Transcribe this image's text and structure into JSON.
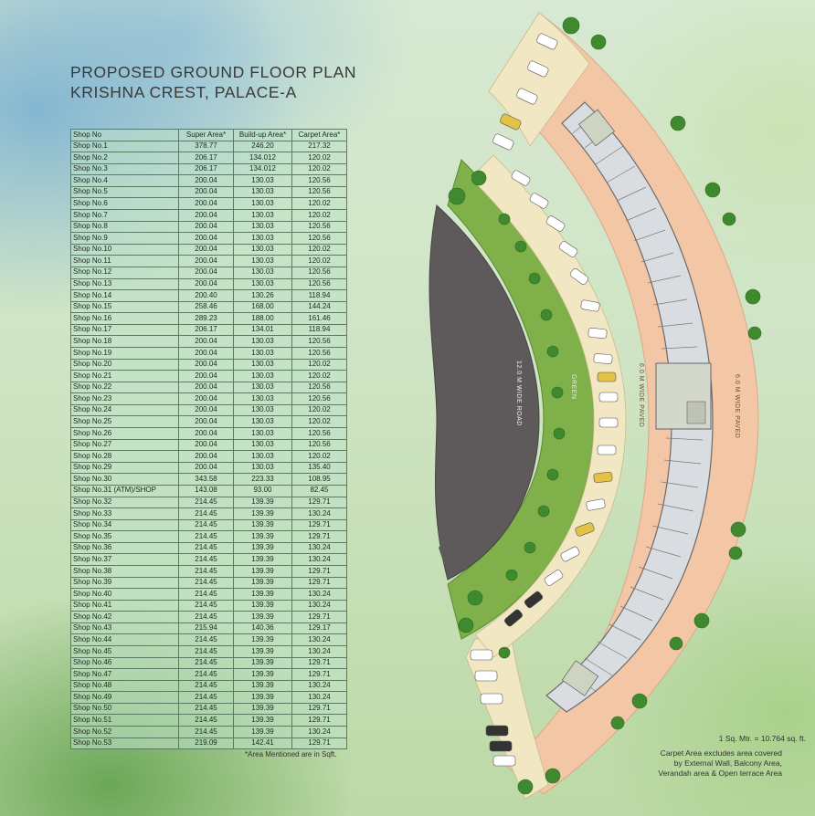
{
  "title": {
    "line1": "PROPOSED GROUND FLOOR PLAN",
    "line2": "KRISHNA CREST, PALACE-A"
  },
  "table": {
    "headers": [
      "Shop No",
      "Super Area*",
      "Build-up Area*",
      "Carpet Area*"
    ],
    "rows": [
      [
        "Shop No.1",
        "378.77",
        "246.20",
        "217.32"
      ],
      [
        "Shop No.2",
        "206.17",
        "134.012",
        "120.02"
      ],
      [
        "Shop No.3",
        "206.17",
        "134.012",
        "120.02"
      ],
      [
        "Shop No.4",
        "200.04",
        "130.03",
        "120.56"
      ],
      [
        "Shop No.5",
        "200.04",
        "130.03",
        "120.56"
      ],
      [
        "Shop No.6",
        "200.04",
        "130.03",
        "120.02"
      ],
      [
        "Shop No.7",
        "200.04",
        "130.03",
        "120.02"
      ],
      [
        "Shop No.8",
        "200.04",
        "130.03",
        "120.56"
      ],
      [
        "Shop No.9",
        "200.04",
        "130.03",
        "120.56"
      ],
      [
        "Shop No.10",
        "200.04",
        "130.03",
        "120.02"
      ],
      [
        "Shop No.11",
        "200.04",
        "130.03",
        "120.02"
      ],
      [
        "Shop No.12",
        "200.04",
        "130.03",
        "120.56"
      ],
      [
        "Shop No.13",
        "200.04",
        "130.03",
        "120.56"
      ],
      [
        "Shop No.14",
        "200.40",
        "130.26",
        "118.94"
      ],
      [
        "Shop No.15",
        "258.46",
        "168.00",
        "144.24"
      ],
      [
        "Shop No.16",
        "289.23",
        "188.00",
        "161.46"
      ],
      [
        "Shop No.17",
        "206.17",
        "134.01",
        "118.94"
      ],
      [
        "Shop No.18",
        "200.04",
        "130.03",
        "120.56"
      ],
      [
        "Shop No.19",
        "200.04",
        "130.03",
        "120.56"
      ],
      [
        "Shop No.20",
        "200.04",
        "130.03",
        "120.02"
      ],
      [
        "Shop No.21",
        "200.04",
        "130.03",
        "120.02"
      ],
      [
        "Shop No.22",
        "200.04",
        "130.03",
        "120.56"
      ],
      [
        "Shop No.23",
        "200.04",
        "130.03",
        "120.56"
      ],
      [
        "Shop No.24",
        "200.04",
        "130.03",
        "120.02"
      ],
      [
        "Shop No.25",
        "200.04",
        "130.03",
        "120.02"
      ],
      [
        "Shop No.26",
        "200.04",
        "130.03",
        "120.56"
      ],
      [
        "Shop No.27",
        "200.04",
        "130.03",
        "120.56"
      ],
      [
        "Shop No.28",
        "200.04",
        "130.03",
        "120.02"
      ],
      [
        "Shop No.29",
        "200.04",
        "130.03",
        "135.40"
      ],
      [
        "Shop No.30",
        "343.58",
        "223.33",
        "108.95"
      ],
      [
        "Shop No.31 (ATM)/SHOP",
        "143.08",
        "93.00",
        "82.45"
      ],
      [
        "Shop No.32",
        "214.45",
        "139.39",
        "129.71"
      ],
      [
        "Shop No.33",
        "214.45",
        "139.39",
        "130.24"
      ],
      [
        "Shop No.34",
        "214.45",
        "139.39",
        "129.71"
      ],
      [
        "Shop No.35",
        "214.45",
        "139.39",
        "129.71"
      ],
      [
        "Shop No.36",
        "214.45",
        "139.39",
        "130.24"
      ],
      [
        "Shop No.37",
        "214.45",
        "139.39",
        "130.24"
      ],
      [
        "Shop No.38",
        "214.45",
        "139.39",
        "129.71"
      ],
      [
        "Shop No.39",
        "214.45",
        "139.39",
        "129.71"
      ],
      [
        "Shop No.40",
        "214.45",
        "139.39",
        "130.24"
      ],
      [
        "Shop No.41",
        "214.45",
        "139.39",
        "130.24"
      ],
      [
        "Shop No.42",
        "214.45",
        "139.39",
        "129.71"
      ],
      [
        "Shop No.43",
        "215.94",
        "140.36",
        "129.17"
      ],
      [
        "Shop No.44",
        "214.45",
        "139.39",
        "130.24"
      ],
      [
        "Shop No.45",
        "214.45",
        "139.39",
        "130.24"
      ],
      [
        "Shop No.46",
        "214.45",
        "139.39",
        "129.71"
      ],
      [
        "Shop No.47",
        "214.45",
        "139.39",
        "129.71"
      ],
      [
        "Shop No.48",
        "214.45",
        "139.39",
        "130.24"
      ],
      [
        "Shop No.49",
        "214.45",
        "139.39",
        "130.24"
      ],
      [
        "Shop No.50",
        "214.45",
        "139.39",
        "129.71"
      ],
      [
        "Shop No.51",
        "214.45",
        "139.39",
        "129.71"
      ],
      [
        "Shop No.52",
        "214.45",
        "139.39",
        "130.24"
      ],
      [
        "Shop No.53",
        "219.09",
        "142.41",
        "129.71"
      ]
    ],
    "footnote": "*Area Mentioned are in Sqft."
  },
  "plan": {
    "road_label": "12.0 M WIDE ROAD",
    "green_label": "GREEN",
    "inner_paved_label": "6.0 M WIDE PAVED",
    "outer_paved_label": "6.0 M WIDE PAVED"
  },
  "notes": {
    "conversion": "1 Sq. Mtr. = 10.764 sq. ft.",
    "carpet_line1": "Carpet Area excludes area covered",
    "carpet_line2": "by External Wall, Balcony Area,",
    "carpet_line3": "Verandah area & Open terrace Area"
  },
  "colors": {
    "road": "#5e5a5c",
    "green": "#7fb04a",
    "paved": "#f3c6a6",
    "shops": "#d9dce0",
    "parking_strip": "#f2e7c3"
  }
}
